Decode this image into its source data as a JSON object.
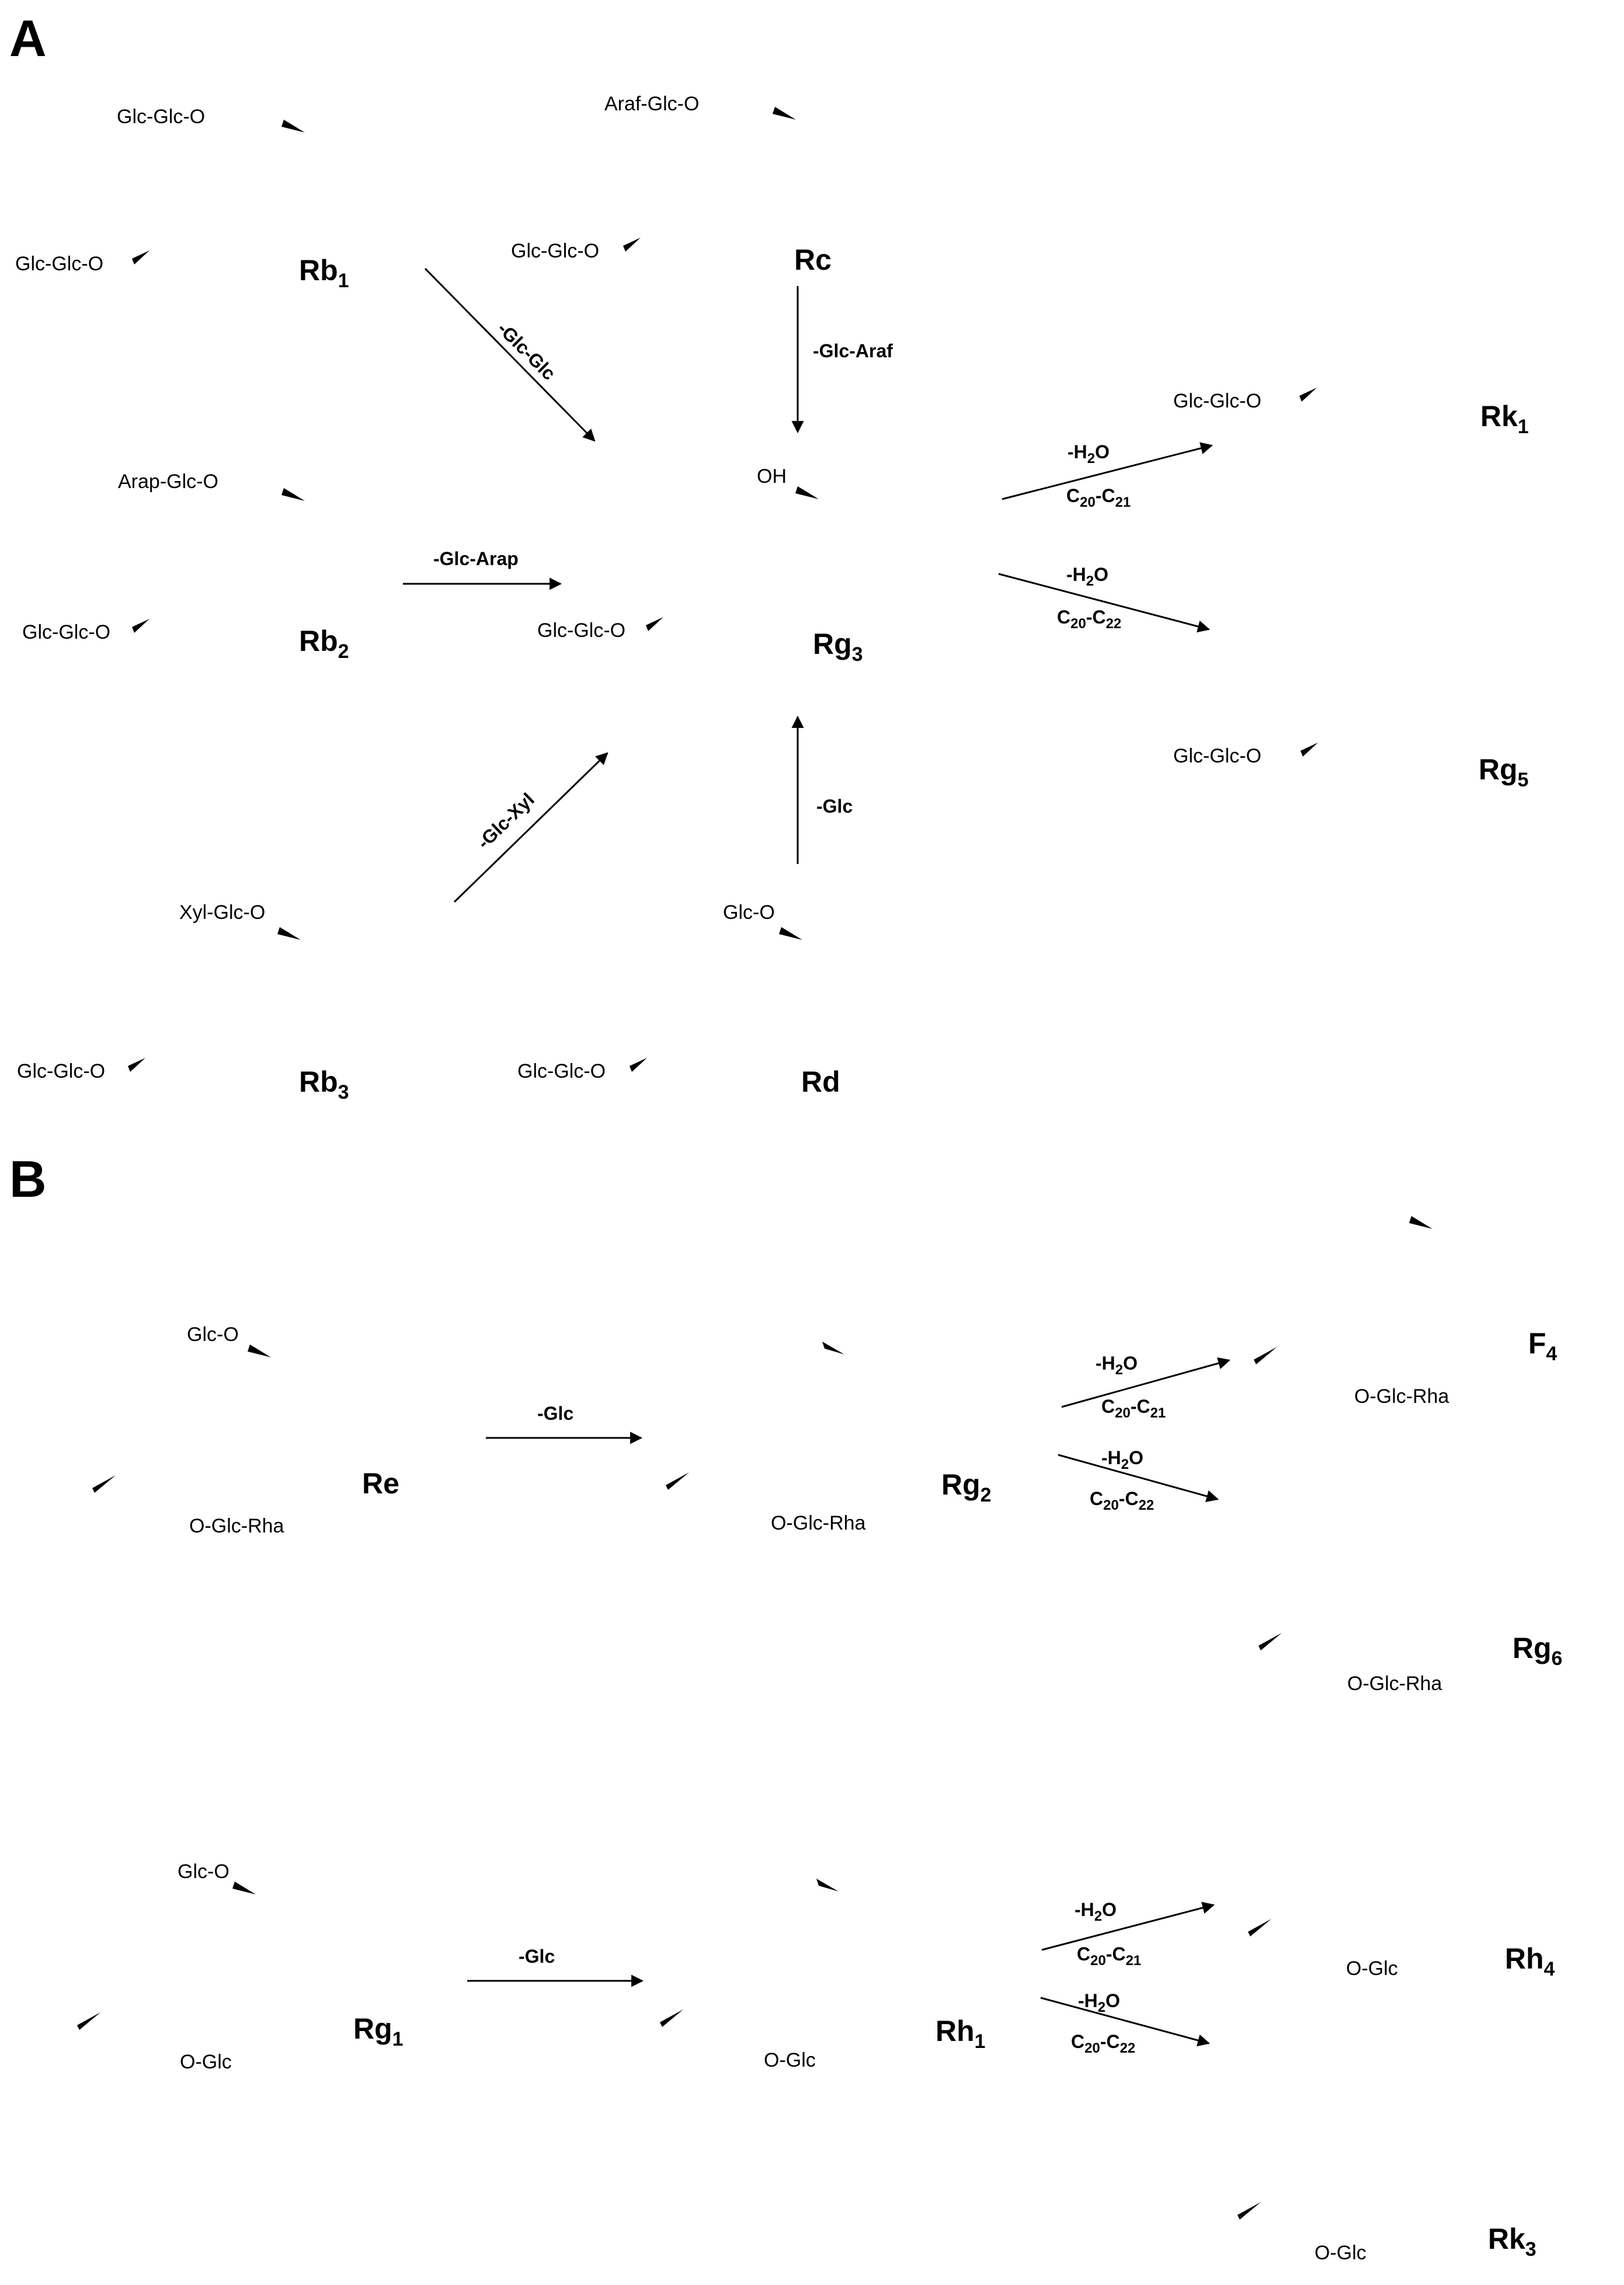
{
  "panels": {
    "a": "A",
    "b": "B"
  },
  "compounds": {
    "rb1": {
      "name": "Rb",
      "sub": "1",
      "top_group": "Glc-Glc-O",
      "c3_group": "Glc-Glc-O"
    },
    "rc": {
      "name": "Rc",
      "sub": "",
      "top_group": "Araf-Glc-O",
      "c3_group": "Glc-Glc-O"
    },
    "rb2": {
      "name": "Rb",
      "sub": "2",
      "top_group": "Arap-Glc-O",
      "c3_group": "Glc-Glc-O"
    },
    "rg3": {
      "name": "Rg",
      "sub": "3",
      "top_group": "OH",
      "c3_group": "Glc-Glc-O"
    },
    "rk1": {
      "name": "Rk",
      "sub": "1",
      "c3_group": "Glc-Glc-O"
    },
    "rg5": {
      "name": "Rg",
      "sub": "5",
      "c3_group": "Glc-Glc-O"
    },
    "rb3": {
      "name": "Rb",
      "sub": "3",
      "top_group": "Xyl-Glc-O",
      "c3_group": "Glc-Glc-O"
    },
    "rd": {
      "name": "Rd",
      "sub": "",
      "top_group": "Glc-O",
      "c3_group": "Glc-Glc-O"
    },
    "re": {
      "name": "Re",
      "sub": "",
      "top_group": "Glc-O",
      "c6_group": "O-Glc-Rha"
    },
    "rg2": {
      "name": "Rg",
      "sub": "2",
      "c6_group": "O-Glc-Rha"
    },
    "f4": {
      "name": "F",
      "sub": "4",
      "c6_group": "O-Glc-Rha"
    },
    "rg6": {
      "name": "Rg",
      "sub": "6",
      "c6_group": "O-Glc-Rha"
    },
    "rg1": {
      "name": "Rg",
      "sub": "1",
      "top_group": "Glc-O",
      "c6_group": "O-Glc"
    },
    "rh1": {
      "name": "Rh",
      "sub": "1",
      "c6_group": "O-Glc"
    },
    "rh4": {
      "name": "Rh",
      "sub": "4",
      "c6_group": "O-Glc"
    },
    "rk3": {
      "name": "Rk",
      "sub": "3",
      "c6_group": "O-Glc"
    }
  },
  "reactions": {
    "rb1_rg3": "-Glc-Glc",
    "rc_rg3": "-Glc-Araf",
    "rb2_rg3": "-Glc-Arap",
    "rb3_rg3": "-Glc-Xyl",
    "rd_rg3": "-Glc",
    "re_rg2": "-Glc",
    "rg1_rh1": "-Glc",
    "water": {
      "main": "-H",
      "sub": "2",
      "tail": "O"
    },
    "c20_c21": {
      "a": "C",
      "a_sub": "20",
      "dash": "-",
      "b": "C",
      "b_sub": "21"
    },
    "c20_c22": {
      "a": "C",
      "a_sub": "20",
      "dash": "-",
      "b": "C",
      "b_sub": "22"
    }
  }
}
